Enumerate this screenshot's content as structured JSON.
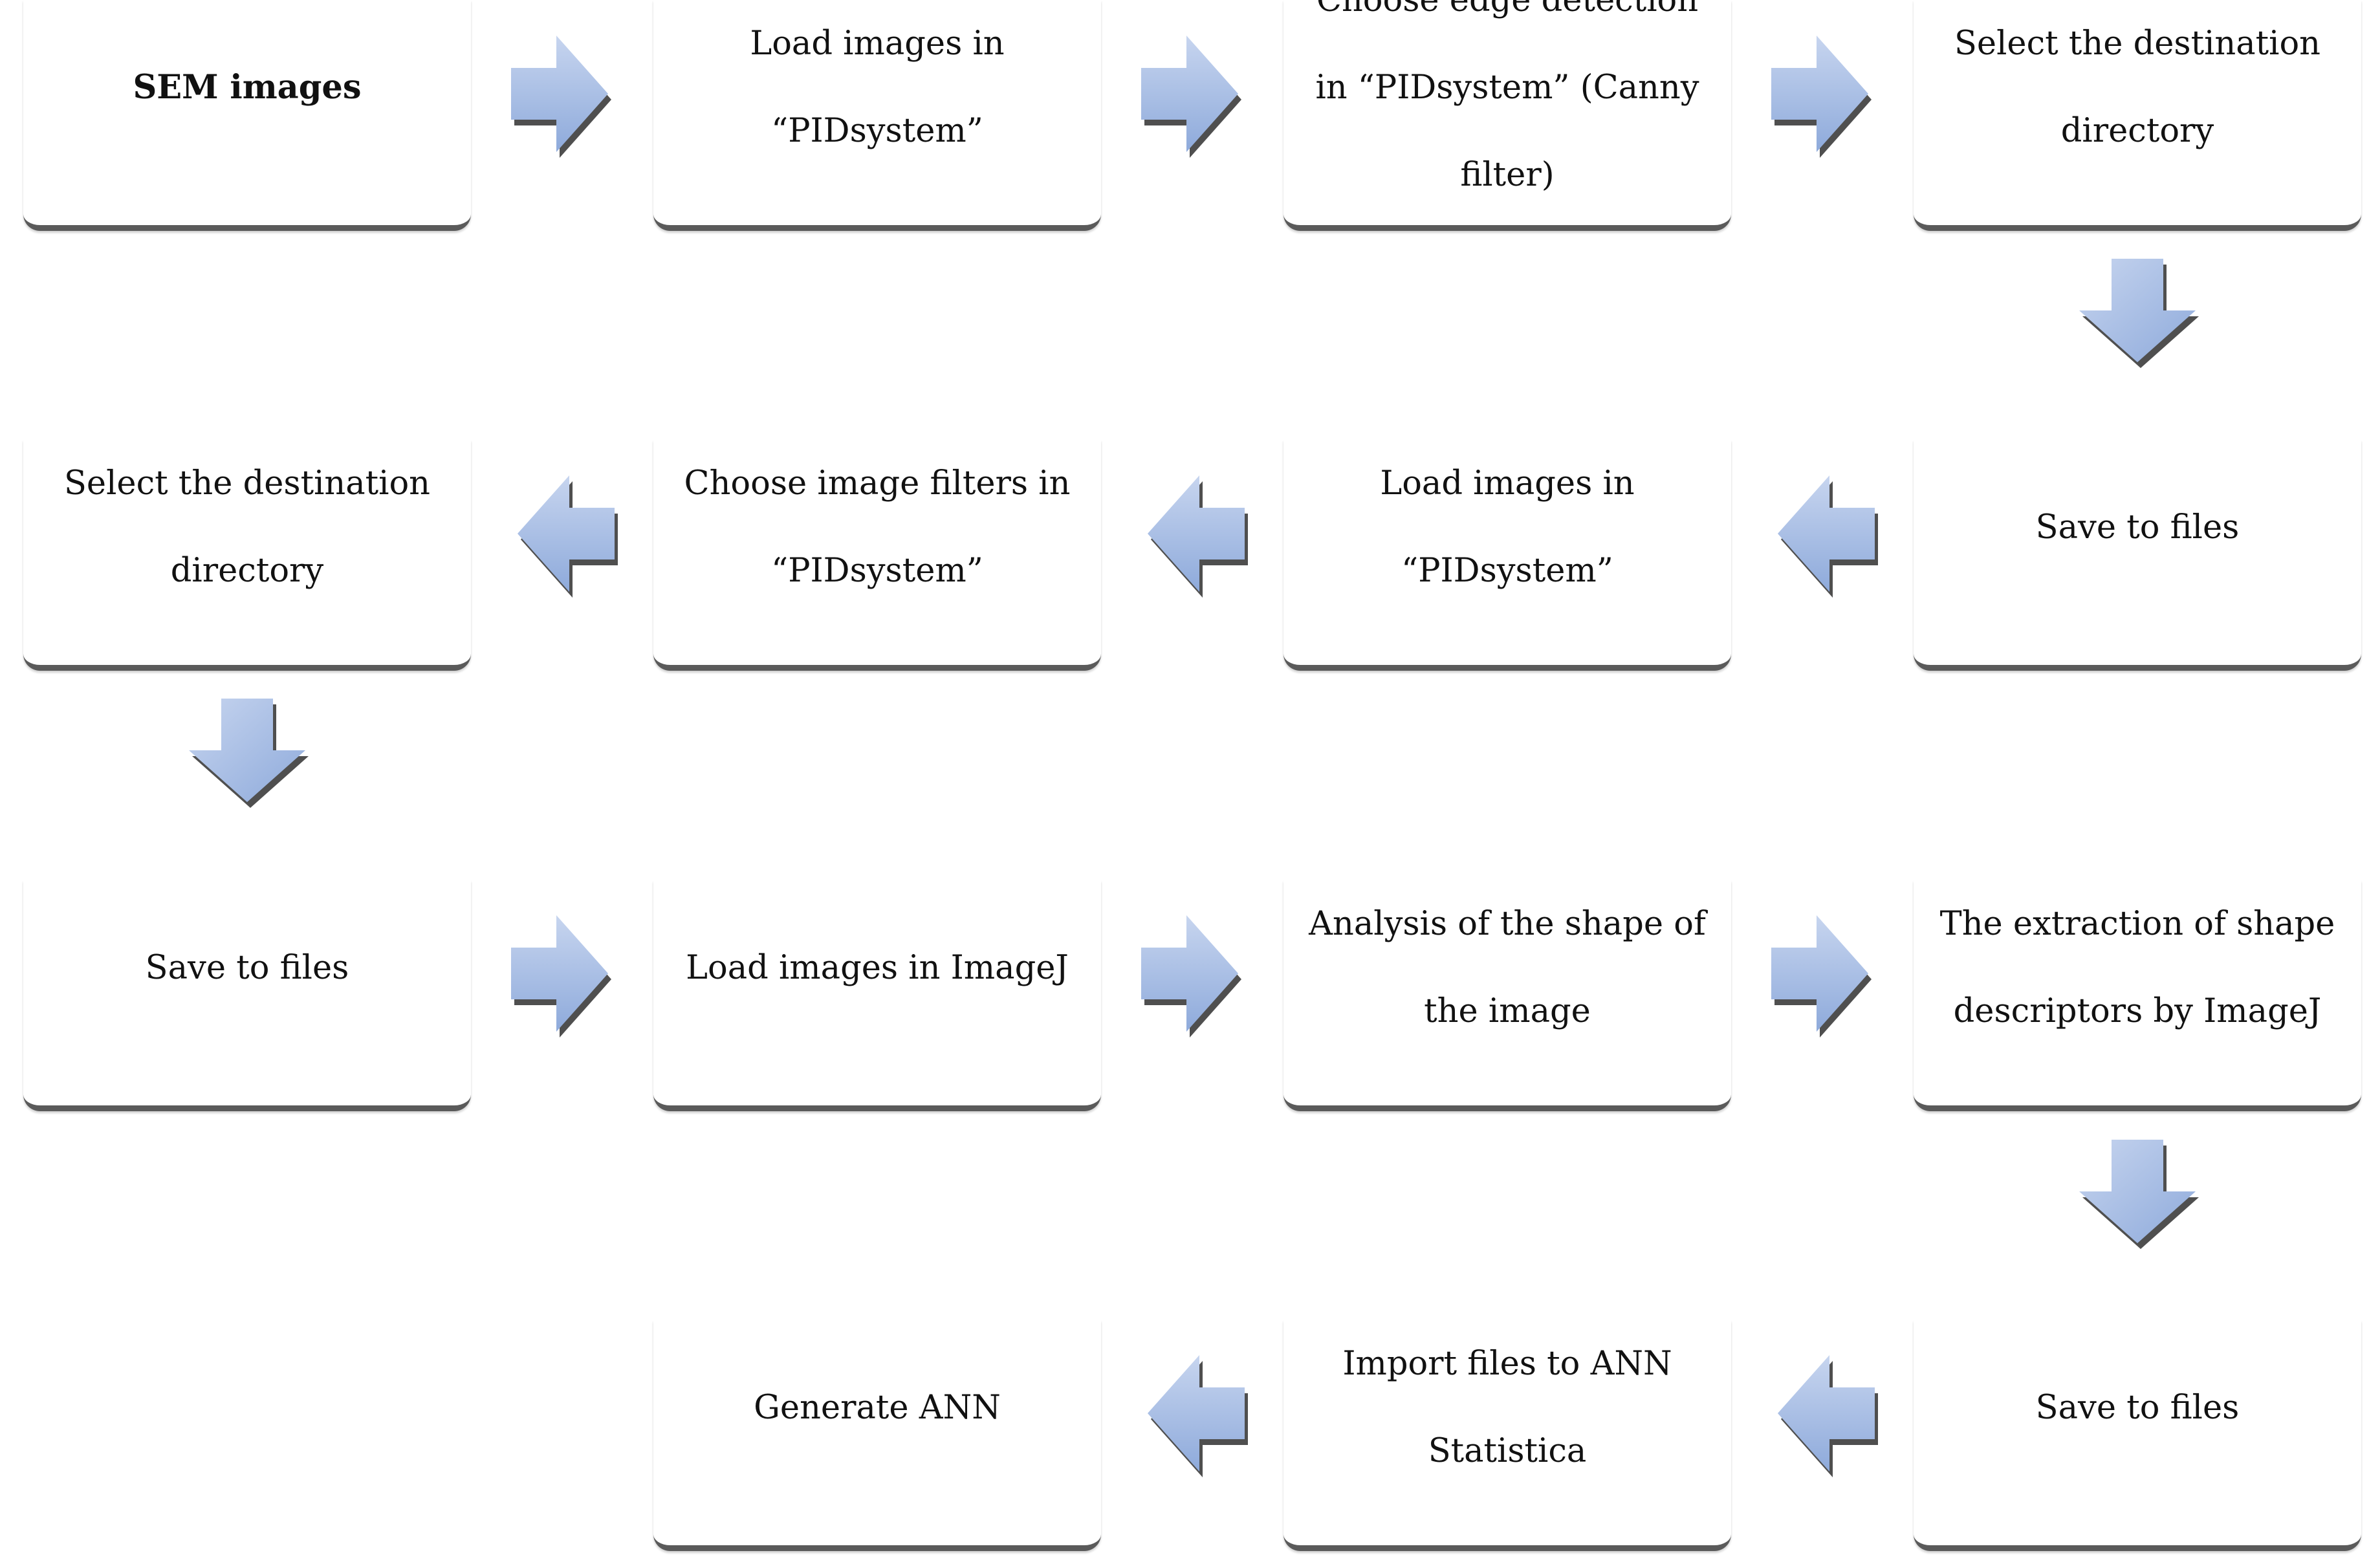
{
  "steps": [
    {
      "id": "sem-images",
      "text": "SEM images",
      "bold": true
    },
    {
      "id": "load-pidsystem-1",
      "text": "Load images in “PIDsystem”"
    },
    {
      "id": "choose-edge-detection",
      "text": "Choose edge detection in “PIDsystem” (Canny filter)"
    },
    {
      "id": "select-destination-1",
      "text": "Select the destination directory"
    },
    {
      "id": "save-files-1",
      "text": "Save to files"
    },
    {
      "id": "load-pidsystem-2",
      "text": "Load images in “PIDsystem”"
    },
    {
      "id": "choose-image-filters",
      "text": "Choose image filters in “PIDsystem”"
    },
    {
      "id": "select-destination-2",
      "text": "Select the destination directory"
    },
    {
      "id": "save-files-2",
      "text": "Save to files"
    },
    {
      "id": "load-imagej",
      "text": "Load images in ImageJ"
    },
    {
      "id": "analysis-shape",
      "text": "Analysis of the shape of the image"
    },
    {
      "id": "extraction-descriptors",
      "text": "The extraction of shape descriptors by ImageJ"
    },
    {
      "id": "save-files-3",
      "text": "Save to files"
    },
    {
      "id": "import-ann",
      "text": "Import files to ANN Statistica"
    },
    {
      "id": "generate-ann",
      "text": "Generate ANN"
    }
  ],
  "colors": {
    "arrow_light": "#c7d5ef",
    "arrow_dark": "#8eaadb",
    "shadow": "#4f4f4f",
    "box_border": "#5a5a5a"
  }
}
